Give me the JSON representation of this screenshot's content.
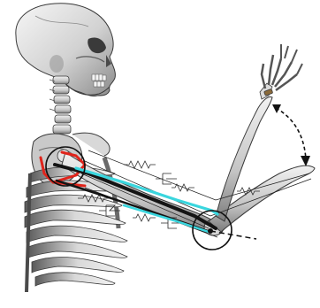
{
  "figure": {
    "subject": "",
    "colors": {
      "bone_light": "#eeeeee",
      "bone_mid": "#b9b9b9",
      "bone_dark": "#6f6f6f",
      "bone_outline": "#3a3a3a",
      "muscle_red": "#e0241b",
      "muscle_cyan": "#3ad6de",
      "muscle_black": "#141414",
      "joint_circle": "#111111",
      "rotation_arrow": "#111111",
      "axis_line": "#111111"
    },
    "muscles": [
      {
        "id": "red-muscle",
        "color": "#e0241b"
      },
      {
        "id": "cyan-muscle",
        "color": "#3ad6de"
      },
      {
        "id": "black-muscle",
        "color": "#141414"
      }
    ],
    "icons": [
      "shoulder-joint-circle",
      "elbow-joint-circle",
      "rotation-arrow-icon",
      "spring-element-icon",
      "damper-element-icon"
    ]
  }
}
